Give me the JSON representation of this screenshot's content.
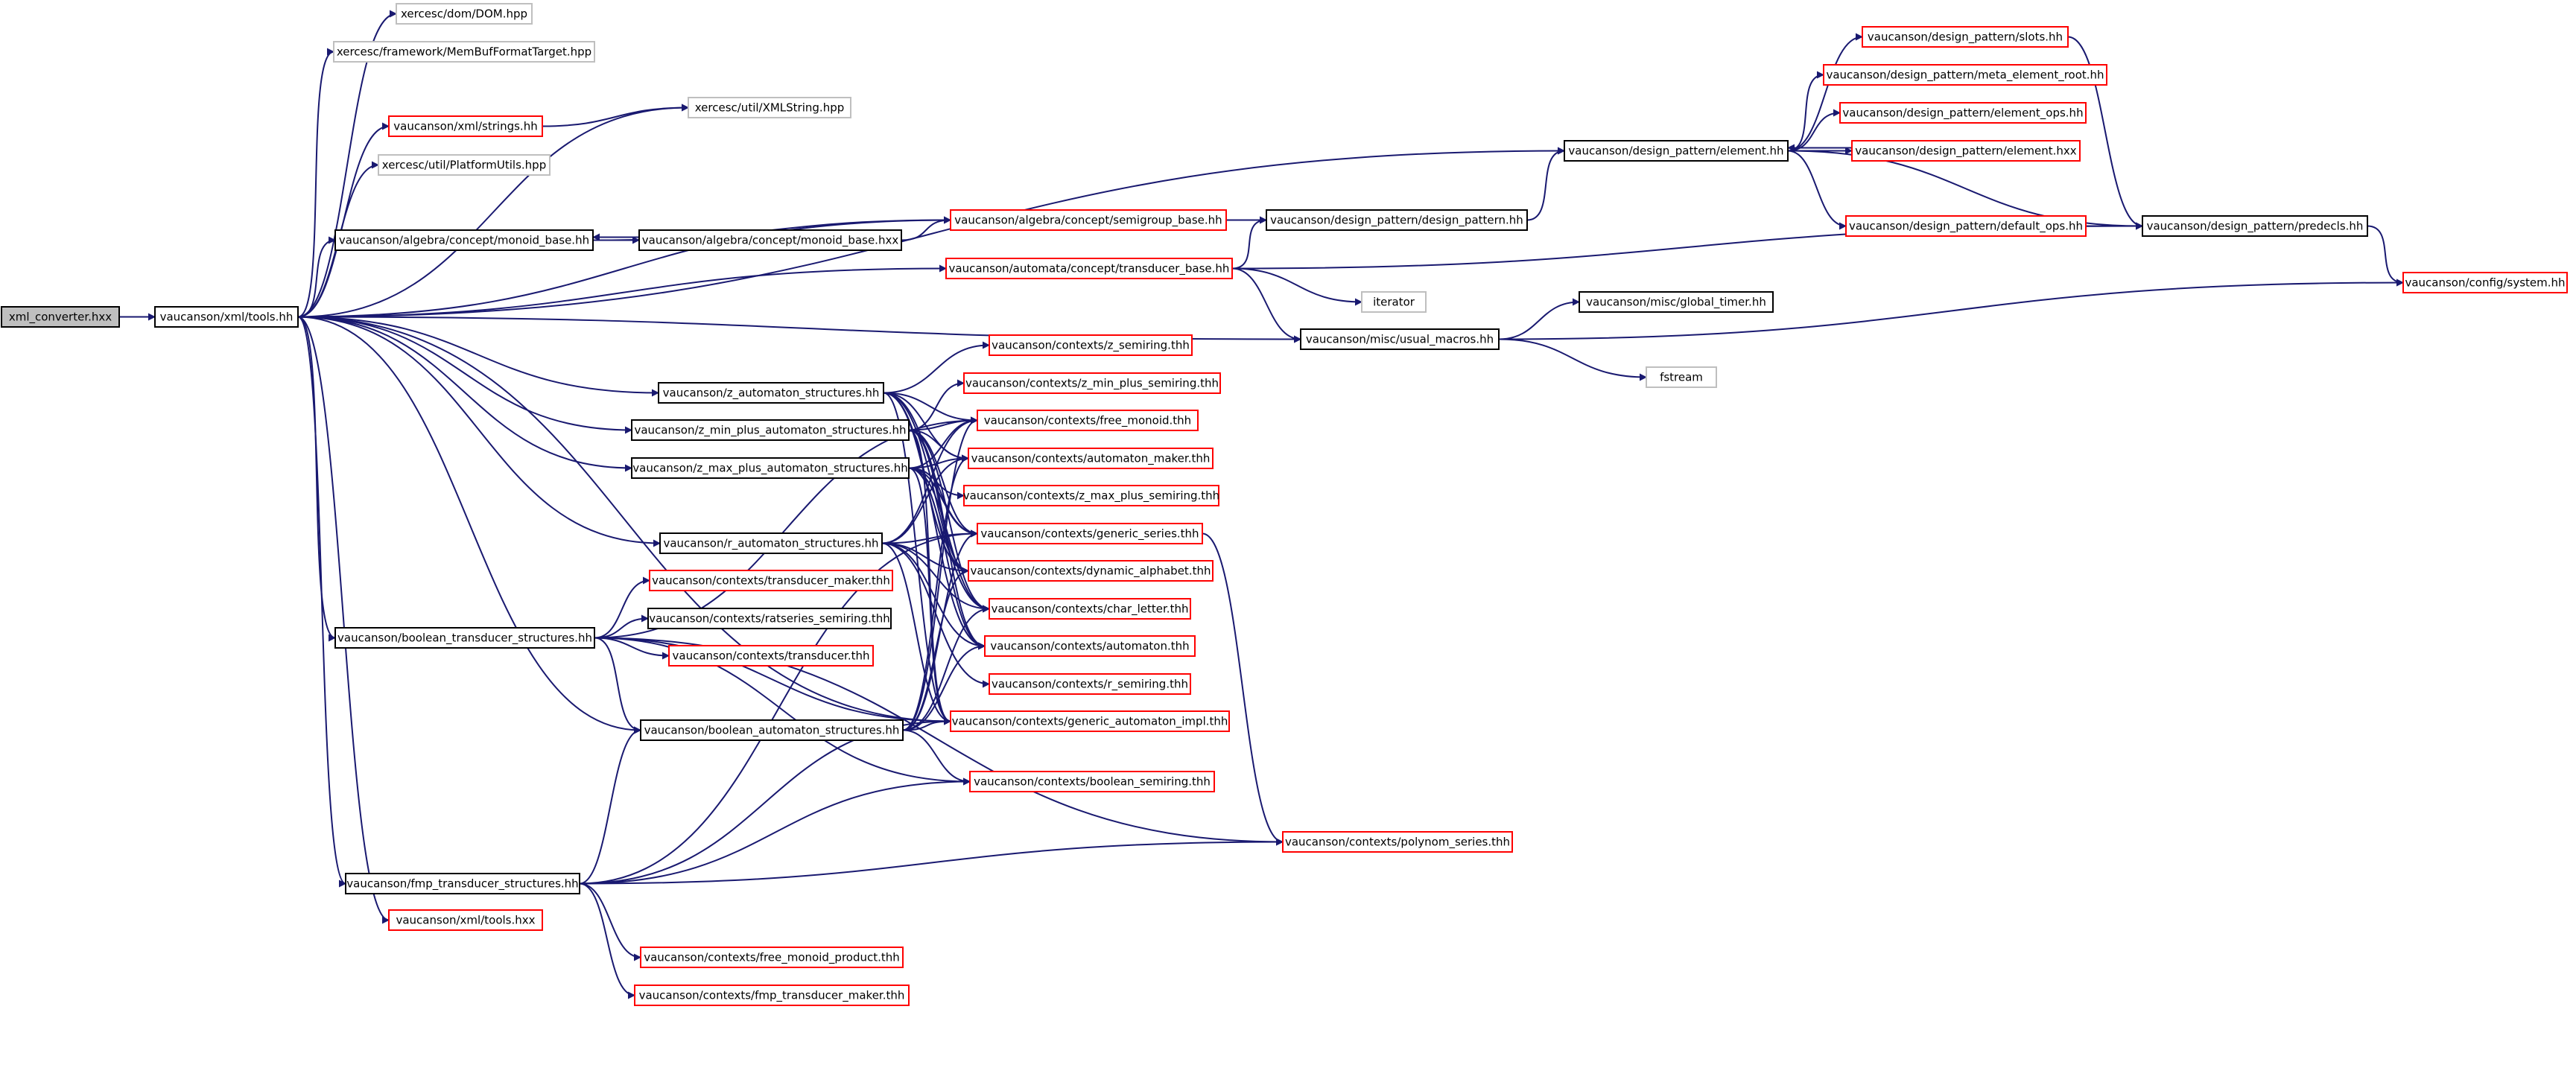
{
  "colors": {
    "edge": "#191970",
    "border_black": "#000000",
    "border_red": "#ff0000",
    "border_gray": "#bfbfbf",
    "fill_root": "#bfbfbf",
    "fill_default": "#ffffff"
  },
  "nodes": {
    "root": "xml_converter.hxx",
    "tools_hh": "vaucanson/xml/tools.hh",
    "dom": "xercesc/dom/DOM.hpp",
    "membuf": "xercesc/framework/MemBufFormatTarget.hpp",
    "xml_strings": "vaucanson/xml/strings.hh",
    "xmlstring": "xercesc/util/XMLString.hpp",
    "platform": "xercesc/util/PlatformUtils.hpp",
    "monoid_base_hh": "vaucanson/algebra/concept/monoid_base.hh",
    "monoid_base_hxx": "vaucanson/algebra/concept/monoid_base.hxx",
    "semigroup_base": "vaucanson/algebra/concept/semigroup_base.hh",
    "design_pattern": "vaucanson/design_pattern/design_pattern.hh",
    "element_hh": "vaucanson/design_pattern/element.hh",
    "slots": "vaucanson/design_pattern/slots.hh",
    "meta_element_root": "vaucanson/design_pattern/meta_element_root.hh",
    "element_ops": "vaucanson/design_pattern/element_ops.hh",
    "element_hxx": "vaucanson/design_pattern/element.hxx",
    "default_ops": "vaucanson/design_pattern/default_ops.hh",
    "predecls": "vaucanson/design_pattern/predecls.hh",
    "system": "vaucanson/config/system.hh",
    "transducer_base": "vaucanson/automata/concept/transducer_base.hh",
    "iterator": "iterator",
    "usual_macros": "vaucanson/misc/usual_macros.hh",
    "global_timer": "vaucanson/misc/global_timer.hh",
    "fstream": "fstream",
    "z_automaton": "vaucanson/z_automaton_structures.hh",
    "z_min_plus": "vaucanson/z_min_plus_automaton_structures.hh",
    "z_max_plus": "vaucanson/z_max_plus_automaton_structures.hh",
    "r_automaton": "vaucanson/r_automaton_structures.hh",
    "boolean_transducer": "vaucanson/boolean_transducer_structures.hh",
    "boolean_automaton": "vaucanson/boolean_automaton_structures.hh",
    "fmp_transducer": "vaucanson/fmp_transducer_structures.hh",
    "xml_tools_hxx": "vaucanson/xml/tools.hxx",
    "c_z_semiring": "vaucanson/contexts/z_semiring.thh",
    "c_z_min_plus": "vaucanson/contexts/z_min_plus_semiring.thh",
    "c_free_monoid": "vaucanson/contexts/free_monoid.thh",
    "c_automaton_maker": "vaucanson/contexts/automaton_maker.thh",
    "c_z_max_plus": "vaucanson/contexts/z_max_plus_semiring.thh",
    "c_generic_series": "vaucanson/contexts/generic_series.thh",
    "c_dynamic_alphabet": "vaucanson/contexts/dynamic_alphabet.thh",
    "c_char_letter": "vaucanson/contexts/char_letter.thh",
    "c_automaton": "vaucanson/contexts/automaton.thh",
    "c_r_semiring": "vaucanson/contexts/r_semiring.thh",
    "c_generic_impl": "vaucanson/contexts/generic_automaton_impl.thh",
    "c_boolean_semiring": "vaucanson/contexts/boolean_semiring.thh",
    "c_polynom_series": "vaucanson/contexts/polynom_series.thh",
    "c_transducer_maker": "vaucanson/contexts/transducer_maker.thh",
    "c_ratseries": "vaucanson/contexts/ratseries_semiring.thh",
    "c_transducer": "vaucanson/contexts/transducer.thh",
    "c_free_monoid_product": "vaucanson/contexts/free_monoid_product.thh",
    "c_fmp_transducer_maker": "vaucanson/contexts/fmp_transducer_maker.thh"
  },
  "edges": [
    [
      "root",
      "tools_hh"
    ],
    [
      "tools_hh",
      "dom"
    ],
    [
      "tools_hh",
      "membuf"
    ],
    [
      "tools_hh",
      "xml_strings"
    ],
    [
      "tools_hh",
      "xmlstring"
    ],
    [
      "xml_strings",
      "xmlstring"
    ],
    [
      "tools_hh",
      "platform"
    ],
    [
      "tools_hh",
      "element_hh"
    ],
    [
      "tools_hh",
      "monoid_base_hh"
    ],
    [
      "tools_hh",
      "semigroup_base"
    ],
    [
      "tools_hh",
      "transducer_base"
    ],
    [
      "tools_hh",
      "usual_macros"
    ],
    [
      "tools_hh",
      "z_automaton"
    ],
    [
      "tools_hh",
      "z_min_plus"
    ],
    [
      "tools_hh",
      "z_max_plus"
    ],
    [
      "tools_hh",
      "r_automaton"
    ],
    [
      "tools_hh",
      "boolean_transducer"
    ],
    [
      "tools_hh",
      "boolean_automaton"
    ],
    [
      "tools_hh",
      "c_generic_impl"
    ],
    [
      "tools_hh",
      "fmp_transducer"
    ],
    [
      "tools_hh",
      "xml_tools_hxx"
    ],
    [
      "monoid_base_hh",
      "monoid_base_hxx"
    ],
    [
      "monoid_base_hxx",
      "monoid_base_hh"
    ],
    [
      "monoid_base_hh",
      "semigroup_base"
    ],
    [
      "monoid_base_hxx",
      "semigroup_base"
    ],
    [
      "semigroup_base",
      "design_pattern"
    ],
    [
      "design_pattern",
      "element_hh"
    ],
    [
      "element_hh",
      "slots"
    ],
    [
      "element_hh",
      "meta_element_root"
    ],
    [
      "element_hh",
      "element_ops"
    ],
    [
      "element_hh",
      "element_hxx"
    ],
    [
      "element_hxx",
      "element_hh"
    ],
    [
      "element_hh",
      "default_ops"
    ],
    [
      "element_hh",
      "predecls"
    ],
    [
      "slots",
      "predecls"
    ],
    [
      "default_ops",
      "predecls"
    ],
    [
      "predecls",
      "system"
    ],
    [
      "transducer_base",
      "design_pattern"
    ],
    [
      "transducer_base",
      "predecls"
    ],
    [
      "transducer_base",
      "iterator"
    ],
    [
      "transducer_base",
      "usual_macros"
    ],
    [
      "usual_macros",
      "global_timer"
    ],
    [
      "usual_macros",
      "fstream"
    ],
    [
      "usual_macros",
      "system"
    ],
    [
      "z_automaton",
      "c_z_semiring"
    ],
    [
      "z_automaton",
      "c_free_monoid"
    ],
    [
      "z_automaton",
      "c_automaton_maker"
    ],
    [
      "z_automaton",
      "c_generic_series"
    ],
    [
      "z_automaton",
      "c_dynamic_alphabet"
    ],
    [
      "z_automaton",
      "c_char_letter"
    ],
    [
      "z_automaton",
      "c_automaton"
    ],
    [
      "z_automaton",
      "c_generic_impl"
    ],
    [
      "z_min_plus",
      "c_z_min_plus"
    ],
    [
      "z_min_plus",
      "c_free_monoid"
    ],
    [
      "z_min_plus",
      "c_automaton_maker"
    ],
    [
      "z_min_plus",
      "c_generic_series"
    ],
    [
      "z_min_plus",
      "c_dynamic_alphabet"
    ],
    [
      "z_min_plus",
      "c_char_letter"
    ],
    [
      "z_min_plus",
      "c_automaton"
    ],
    [
      "z_min_plus",
      "c_generic_impl"
    ],
    [
      "z_max_plus",
      "c_z_max_plus"
    ],
    [
      "z_max_plus",
      "c_free_monoid"
    ],
    [
      "z_max_plus",
      "c_automaton_maker"
    ],
    [
      "z_max_plus",
      "c_generic_series"
    ],
    [
      "z_max_plus",
      "c_dynamic_alphabet"
    ],
    [
      "z_max_plus",
      "c_char_letter"
    ],
    [
      "z_max_plus",
      "c_automaton"
    ],
    [
      "z_max_plus",
      "c_generic_impl"
    ],
    [
      "r_automaton",
      "c_r_semiring"
    ],
    [
      "r_automaton",
      "c_free_monoid"
    ],
    [
      "r_automaton",
      "c_automaton_maker"
    ],
    [
      "r_automaton",
      "c_generic_series"
    ],
    [
      "r_automaton",
      "c_dynamic_alphabet"
    ],
    [
      "r_automaton",
      "c_char_letter"
    ],
    [
      "r_automaton",
      "c_automaton"
    ],
    [
      "r_automaton",
      "c_generic_impl"
    ],
    [
      "boolean_automaton",
      "c_boolean_semiring"
    ],
    [
      "boolean_automaton",
      "c_free_monoid"
    ],
    [
      "boolean_automaton",
      "c_automaton_maker"
    ],
    [
      "boolean_automaton",
      "c_generic_series"
    ],
    [
      "boolean_automaton",
      "c_dynamic_alphabet"
    ],
    [
      "boolean_automaton",
      "c_char_letter"
    ],
    [
      "boolean_automaton",
      "c_automaton"
    ],
    [
      "boolean_automaton",
      "c_generic_impl"
    ],
    [
      "c_generic_series",
      "c_polynom_series"
    ],
    [
      "boolean_transducer",
      "c_transducer_maker"
    ],
    [
      "boolean_transducer",
      "c_ratseries"
    ],
    [
      "boolean_transducer",
      "c_transducer"
    ],
    [
      "boolean_transducer",
      "boolean_automaton"
    ],
    [
      "boolean_transducer",
      "c_generic_impl"
    ],
    [
      "boolean_transducer",
      "c_boolean_semiring"
    ],
    [
      "boolean_transducer",
      "c_polynom_series"
    ],
    [
      "boolean_transducer",
      "c_free_monoid"
    ],
    [
      "fmp_transducer",
      "boolean_automaton"
    ],
    [
      "fmp_transducer",
      "c_generic_impl"
    ],
    [
      "fmp_transducer",
      "c_boolean_semiring"
    ],
    [
      "fmp_transducer",
      "c_polynom_series"
    ],
    [
      "fmp_transducer",
      "c_free_monoid_product"
    ],
    [
      "fmp_transducer",
      "c_fmp_transducer_maker"
    ],
    [
      "fmp_transducer",
      "c_generic_series"
    ]
  ]
}
